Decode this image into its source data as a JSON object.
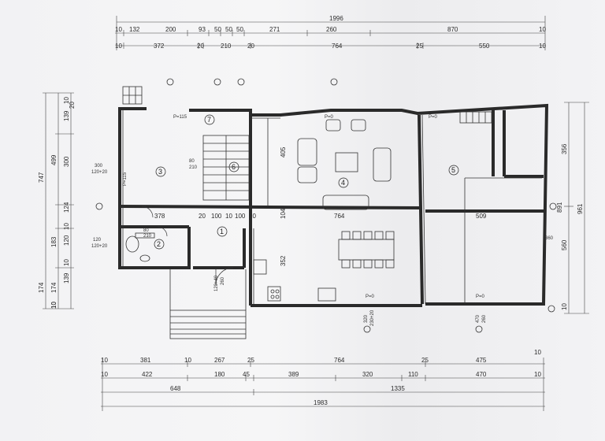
{
  "top_dims": {
    "row1": [
      "10",
      "132",
      "200",
      "93",
      "50",
      "50",
      "50",
      "271",
      "260",
      "870",
      "10"
    ],
    "row2": [
      "10",
      "372",
      "20",
      "210",
      "20",
      "764",
      "25",
      "550",
      "10"
    ],
    "total": "1996"
  },
  "bottom_dims": {
    "row1": [
      "10",
      "381",
      "10",
      "267",
      "25",
      "764",
      "25",
      "475",
      "10"
    ],
    "row2": [
      "10",
      "422",
      "180",
      "45",
      "389",
      "320",
      "110",
      "470",
      "10"
    ],
    "row3": [
      "648",
      "1335"
    ],
    "total": "1983"
  },
  "left_dims": {
    "col1": [
      "747",
      "499",
      "183",
      "174"
    ],
    "col2": [
      "139",
      "300",
      "124",
      "120",
      "139",
      "174",
      "10"
    ],
    "col3": [
      "10",
      "20",
      "10",
      "10",
      "10"
    ]
  },
  "right_dims": {
    "col1": [
      "356",
      "560",
      "10"
    ],
    "col2": [
      "961"
    ]
  },
  "rooms": [
    "1",
    "2",
    "3",
    "4",
    "5",
    "6",
    "7"
  ],
  "interior_dims": {
    "d378": "378",
    "d20a": "20",
    "d100a": "100",
    "d10": "10",
    "d100b": "100",
    "d20b": "20",
    "d764": "764",
    "d509": "509",
    "d405": "405",
    "d104": "104",
    "d352": "352",
    "d891": "891",
    "d360": "360"
  },
  "labels": {
    "p115a": "P=115",
    "p115b": "P=115",
    "p0a": "P=0",
    "p0b": "P=0",
    "p0c": "P=0",
    "p0d": "P=0",
    "w300": "300",
    "w120_20a": "120+20",
    "w120": "120",
    "w120_20b": "120+20",
    "w80": "80",
    "w210": "210",
    "w80b": "80",
    "w210b": "210",
    "w320": "320",
    "w320b": "230+20",
    "w470": "470",
    "w260": "260",
    "w120_40": "120+40",
    "w260b": "260"
  },
  "colors": {
    "wall": "#2a2a2a",
    "line": "#3a3a3a",
    "paper": "#f4f4f5"
  }
}
